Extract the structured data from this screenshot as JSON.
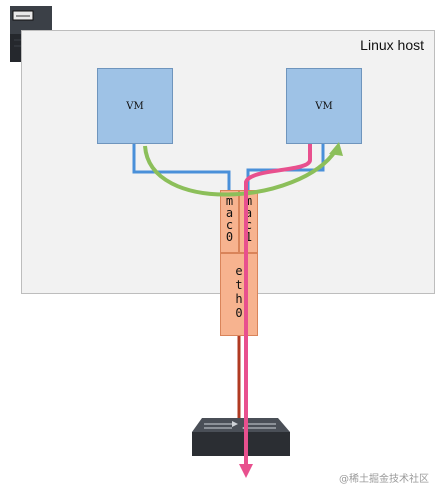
{
  "host": {
    "label": "Linux host"
  },
  "vms": [
    {
      "label": "VM"
    },
    {
      "label": "VM"
    }
  ],
  "interfaces": {
    "mac0": "mac0",
    "mac1": "mac1",
    "eth0": "eth0"
  },
  "colors": {
    "host_fill": "#f2f2f2",
    "vm_fill": "#9ec2e6",
    "iface_fill": "#f7b38f",
    "blue_link": "#4a90d9",
    "green_flow": "#8cbf5a",
    "pink_flow": "#e8508e",
    "uplink": "#b03a22"
  },
  "icons": {
    "server": "server-icon",
    "switch": "network-switch-icon"
  },
  "watermark": "@稀土掘金技术社区"
}
